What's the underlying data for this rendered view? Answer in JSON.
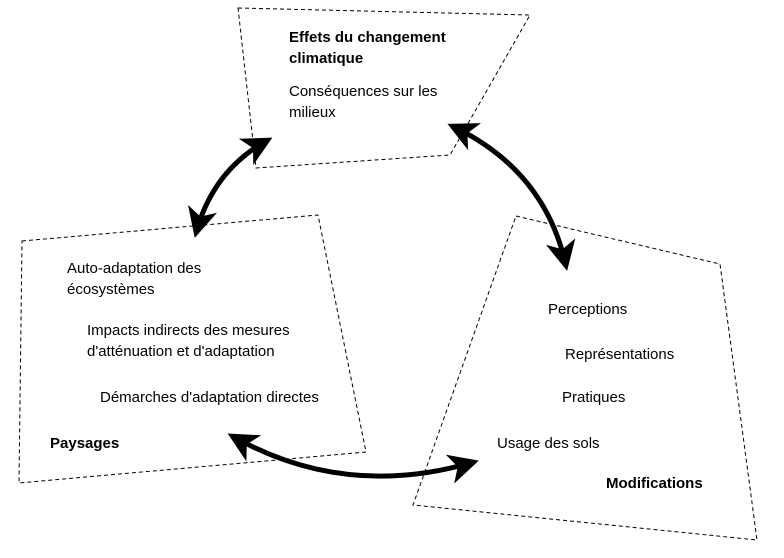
{
  "top_box": {
    "title_line1": "Effets du changement",
    "title_line2": "climatique",
    "text_line1": "Conséquences sur les",
    "text_line2": "milieux"
  },
  "left_box": {
    "item1_line1": "Auto-adaptation des",
    "item1_line2": "écosystèmes",
    "item2_line1": "Impacts indirects des mesures",
    "item2_line2": "d'atténuation et d'adaptation",
    "item3": "Démarches d'adaptation directes",
    "label": "Paysages"
  },
  "right_box": {
    "item1": "Perceptions",
    "item2": "Représentations",
    "item3": "Pratiques",
    "item4": "Usage des sols",
    "label": "Modifications"
  },
  "colors": {
    "stroke": "#000000",
    "text": "#000000",
    "background": "#ffffff"
  }
}
